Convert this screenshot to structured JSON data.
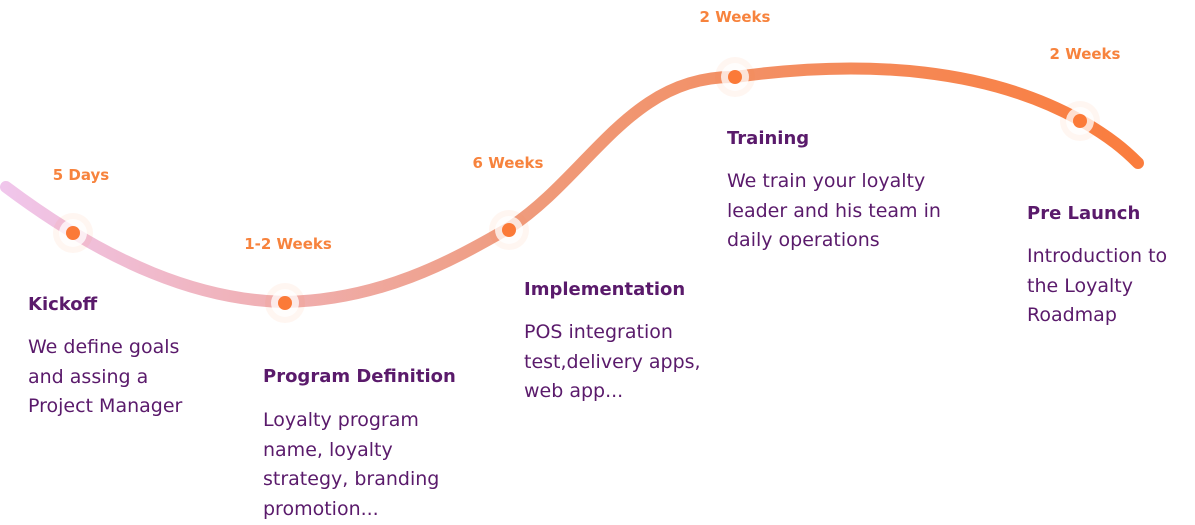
{
  "colors": {
    "path_start": "#f0c6ec",
    "path_mid": "#ef9a7a",
    "path_end": "#fb7a38",
    "dot": "#fb7a38",
    "duration_text": "#f7833d",
    "title_text": "#5a1a6b",
    "desc_text": "#5a1a6b"
  },
  "stages": [
    {
      "title": "Kickoff",
      "duration": "5 Days",
      "description": "We define goals\nand assing a\nProject Manager"
    },
    {
      "title": "Program Definition",
      "duration": "1-2 Weeks",
      "description": "Loyalty program\nname, loyalty\nstrategy, branding\npromotion..."
    },
    {
      "title": "Implementation",
      "duration": "6 Weeks",
      "description": "POS integration\ntest,delivery apps,\nweb app..."
    },
    {
      "title": "Training",
      "duration": "2 Weeks",
      "description": "We train your loyalty\nleader and his team in\ndaily operations"
    },
    {
      "title": "Pre Launch",
      "duration": "2 Weeks",
      "description": "Introduction to\nthe Loyalty\nRoadmap"
    }
  ]
}
